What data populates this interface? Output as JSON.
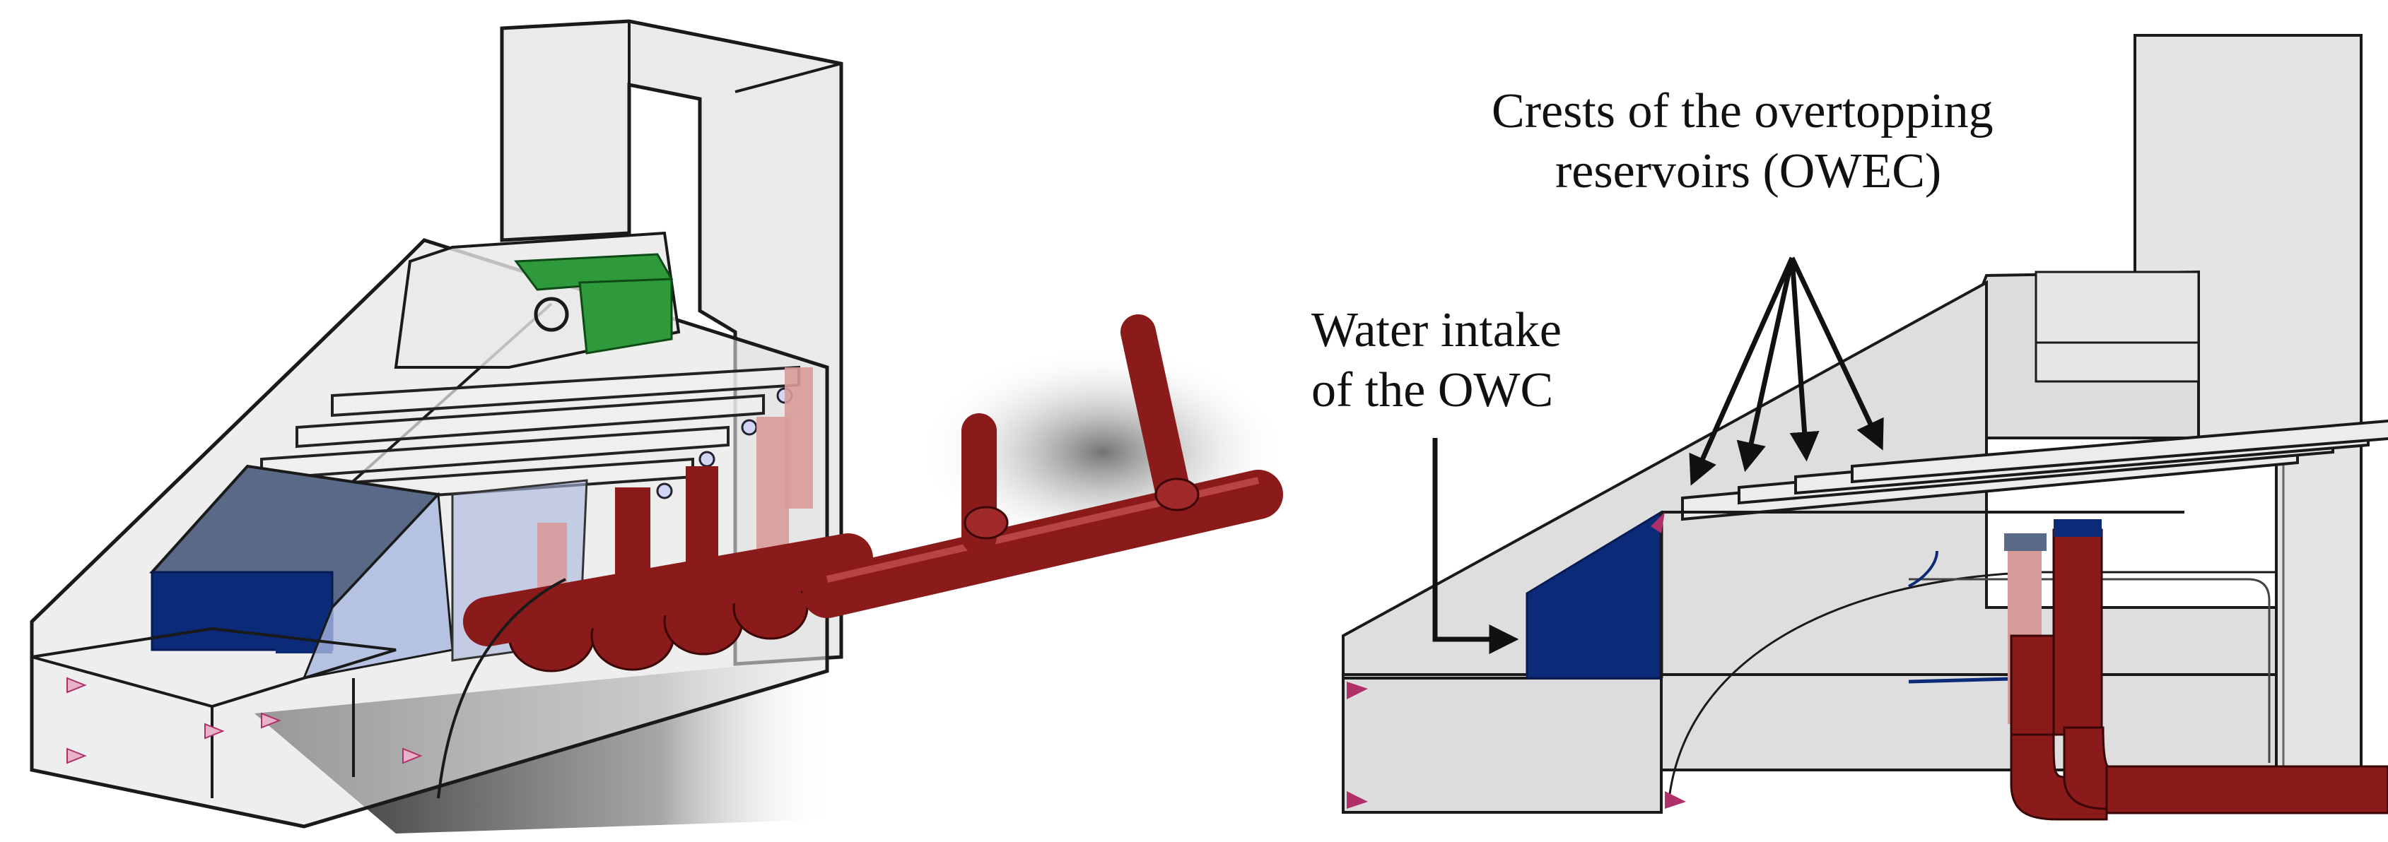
{
  "colors": {
    "structure_fill": "#dcdcdc",
    "structure_stroke": "#1a1a1a",
    "pipe": "#8b1a1a",
    "pipe_light": "#d99a9a",
    "owc_chamber": "#0b2a78",
    "owc_face": "#5a6a86",
    "green_box": "#2e9a3c",
    "ramp_glass": "#a8b6dd",
    "marker": "#b0306a"
  },
  "annotations": {
    "crests_line1": "Crests of the overtopping",
    "crests_line2": "reservoirs (OWEC)",
    "intake_line1": "Water intake",
    "intake_line2": "of the OWC"
  },
  "panels": [
    {
      "id": "left",
      "view": "isometric-3d"
    },
    {
      "id": "right",
      "view": "side-section"
    }
  ]
}
